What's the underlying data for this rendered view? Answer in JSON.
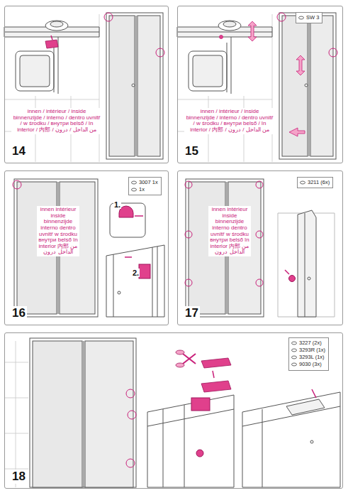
{
  "diagram": {
    "nodes": [
      {
        "text": [
          "14"
        ]
      },
      {
        "text": [
          "15"
        ]
      },
      {
        "text": [
          "SW 3"
        ],
        "in": 1
      },
      {
        "text": [
          "16"
        ]
      },
      {
        "text": [
          "3007 1x",
          "1x"
        ],
        "in": 3
      },
      {
        "text": [
          "17"
        ]
      },
      {
        "text": [
          "3211 (6x)"
        ],
        "in": 5
      },
      {
        "text": [
          "18"
        ]
      },
      {
        "text": [
          "3227 (2x)",
          "3293R (1x)",
          "3293L (1x)",
          "9030 (3x)"
        ],
        "in": 7
      }
    ],
    "labels": [
      "innen / intérieur / inside binnenzijde / interno / dentro uvnitř / w środku / внутри belső / în interior / 内部 / من الداخل / درون",
      "innen / intérieur / inside binnenzijde / interno / dentro uvnitř / w środku / внутри belső / în interior / 内部 / من الداخل / درون",
      "innen intérieur inside binnenzijde interno dentro uvnitř w środku внутри belső în interior 内部 من الداخل درون",
      "innen intérieur inside binnenzijde interno dentro uvnitř w środku внутри belső în interior 内部 من الداخل درون",
      "1.",
      "2."
    ]
  }
}
